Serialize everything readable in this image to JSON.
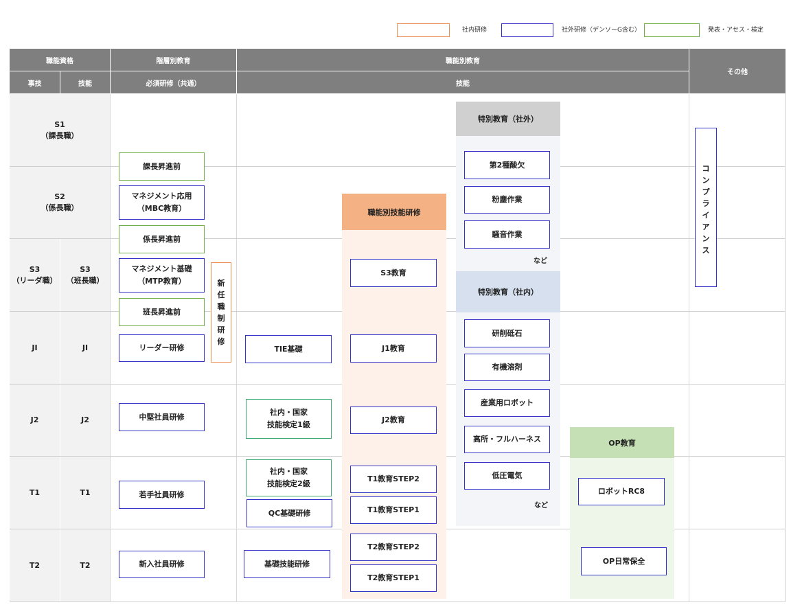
{
  "legend": {
    "internal": {
      "label": "社内研修",
      "color": "#ed8b4e"
    },
    "external": {
      "label": "社外研修（デンソーG含む）",
      "color": "#3333cc"
    },
    "presentation": {
      "label": "発表・アセス・検定",
      "color": "#70ad47"
    }
  },
  "header": {
    "grade": "職能資格",
    "grade_tech": "事技",
    "grade_skill": "技能",
    "tier": "階層別教育",
    "tier_sub": "必須研修（共通）",
    "function": "職能別教育",
    "function_sub": "技能",
    "other": "その他"
  },
  "grades": {
    "s1": "S1\n（課長職）",
    "s2": "S2\n（係長職）",
    "s3_tech": "S3\n（リーダ職）",
    "s3_skill": "S3\n（班長職）",
    "j1_tech": "JI",
    "j1_skill": "JI",
    "j2_tech": "J2",
    "j2_skill": "J2",
    "t1_tech": "T1",
    "t1_skill": "T1",
    "t2_tech": "T2",
    "t2_skill": "T2"
  },
  "tier_training": {
    "kacho": "課長昇進前",
    "mbc": "マネジメント応用\n（MBC教育）",
    "kakaricho": "係長昇進前",
    "mtp": "マネジメント基礎\n（MTP教育）",
    "hancho": "班長昇進前",
    "leader": "リーダー研修",
    "chuken": "中堅社員研修",
    "wakate": "若手社員研修",
    "shinnyu": "新入社員研修",
    "new_post": [
      "新",
      "任",
      "職",
      "制",
      "研",
      "修"
    ]
  },
  "skill_training": {
    "tie": "TIE基礎",
    "kentei1": "社内・国家\n技能検定1級",
    "kentei2": "社内・国家\n技能検定2級",
    "qc": "QC基礎研修",
    "kiso": "基礎技能研修"
  },
  "functional_skill": {
    "title": "職能別技能研修",
    "s3": "S3教育",
    "j1": "J1教育",
    "j2": "J2教育",
    "t1s2": "T1教育STEP2",
    "t1s1": "T1教育STEP1",
    "t2s2": "T2教育STEP2",
    "t2s1": "T2教育STEP1"
  },
  "special_external": {
    "title": "特別教育（社外）",
    "items": [
      "第2種酸欠",
      "粉塵作業",
      "騒音作業"
    ],
    "etc": "など"
  },
  "special_internal": {
    "title": "特別教育（社内）",
    "items": [
      "研削砥石",
      "有機溶剤",
      "産業用ロボット",
      "高所・フルハーネス",
      "低圧電気"
    ],
    "etc": "など"
  },
  "op": {
    "title": "OP教育",
    "rc8": "ロボットRC8",
    "maint": "OP日常保全"
  },
  "compliance": [
    "コ",
    "ン",
    "プ",
    "ラ",
    "イ",
    "ア",
    "ン",
    "ス"
  ],
  "colors": {
    "header_bg": "#7f7f7f",
    "grade_bg": "#f2f2f2",
    "functional_head": "#f4b183",
    "functional_bg": "#fdf1ea",
    "special_ext_head": "#d0d0d0",
    "special_bg": "#f4f5f8",
    "special_int_head": "#d6e0ef",
    "op_head": "#c5e0b4",
    "op_bg": "#eef6ea"
  }
}
